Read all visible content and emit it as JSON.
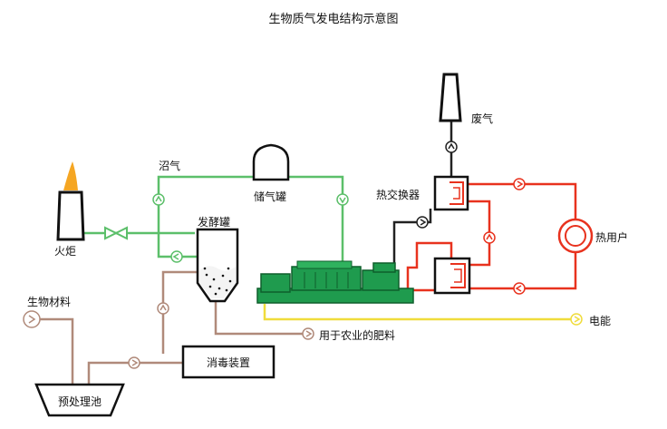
{
  "title": "生物质气发电结构示意图",
  "labels": {
    "torch": "火炬",
    "biogas": "沼气",
    "gas_tank": "储气罐",
    "fermenter": "发酵罐",
    "waste_gas": "废气",
    "heat_exchanger": "热交换器",
    "heat_user": "热用户",
    "biomass": "生物材料",
    "fertilizer": "用于农业的肥料",
    "electricity": "电能",
    "disinfection": "消毒装置",
    "pretreatment": "预处理池"
  },
  "colors": {
    "gas_line": "#5cbf6a",
    "hot_water_line": "#e8321e",
    "exhaust_line": "#222222",
    "material_line": "#b08a7a",
    "power_line": "#f0dc3c",
    "generator": "#1f9b4e",
    "flame": "#f5a623"
  }
}
